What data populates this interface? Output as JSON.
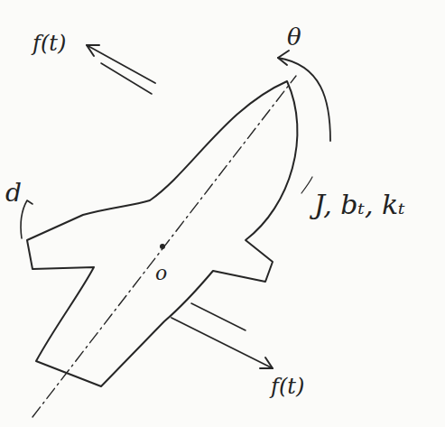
{
  "diagram": {
    "labels": [
      "f(t)",
      "d",
      "θ",
      "J, bₜ, kₜ",
      "o",
      "f(t)"
    ]
  }
}
